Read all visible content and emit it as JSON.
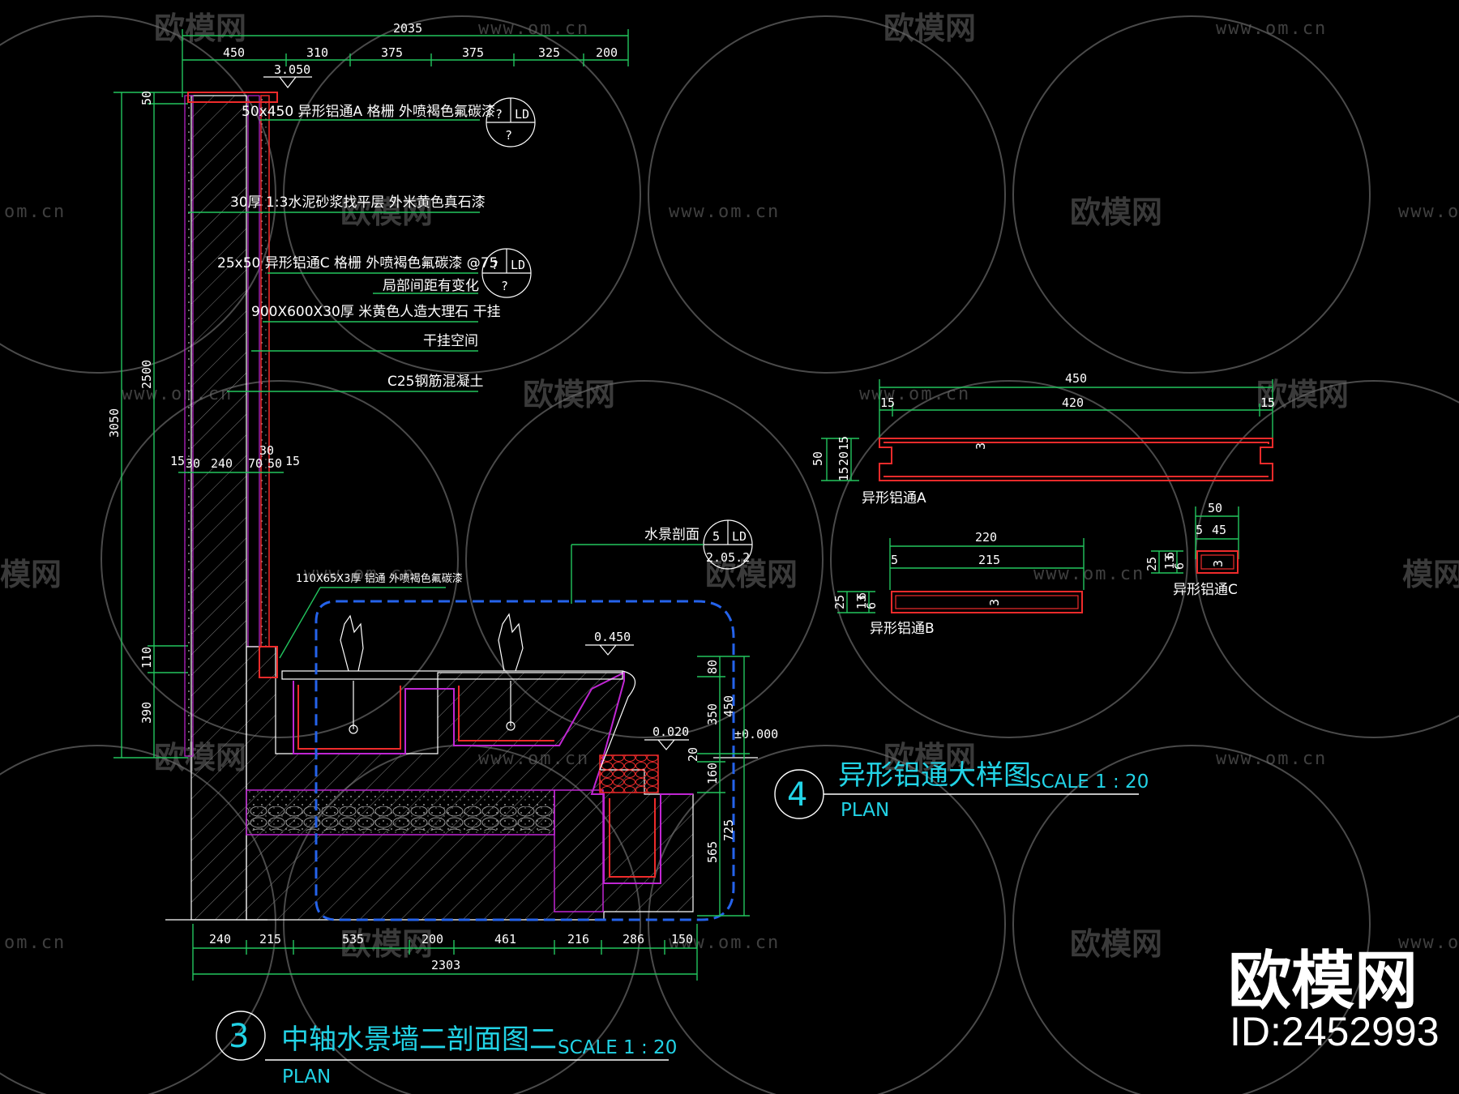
{
  "watermark": {
    "logo": "欧模网",
    "url": "www.om.cn",
    "url_short": "om.cn",
    "logo_partial": "模网"
  },
  "brand": {
    "name": "欧模网",
    "id": "ID:2452993"
  },
  "section3": {
    "number": "3",
    "title": "中轴水景墙二剖面图二",
    "scale": "SCALE 1 : 20",
    "plan": "PLAN",
    "top_total": "2035",
    "top_dims": [
      "450",
      "310",
      "375",
      "375",
      "325",
      "200"
    ],
    "elev_top": "3.050",
    "left_total": "3050",
    "left_dims": [
      "50",
      "2500",
      "110",
      "390"
    ],
    "wall_dims": [
      "15",
      "30",
      "240",
      "70",
      "50",
      "15"
    ],
    "wall_dim_up": "30",
    "bottom_dims": [
      "240",
      "215",
      "535",
      "200",
      "461",
      "216",
      "286",
      "150"
    ],
    "bottom_total": "2303",
    "right_dims": [
      "80",
      "350",
      "20",
      "160",
      "565",
      "725",
      "450"
    ],
    "elev_pool": "0.450",
    "elev_water": "0.020",
    "elev_zero": "±0.000",
    "notes": [
      "50x450 异形铝通A 格栅 外喷褐色氟碳漆",
      "30厚 1:3水泥砂浆找平层 外米黄色真石漆",
      "25x50 异形铝通C 格栅 外喷褐色氟碳漆 @75",
      "局部间距有变化",
      "900X600X30厚 米黄色人造大理石 干挂",
      "干挂空间",
      "C25钢筋混凝土",
      "110X65X3厚 铝通 外喷褐色氟碳漆",
      "水景剖面"
    ],
    "callout1": {
      "top": "?",
      "right": "LD",
      "bottom": "?"
    },
    "callout2": {
      "top": "?",
      "right": "LD",
      "bottom": "?"
    },
    "callout3": {
      "top": "5",
      "right": "LD",
      "bottom": "2.05.2"
    }
  },
  "section4": {
    "number": "4",
    "title": "异形铝通大样图",
    "scale": "SCALE 1 : 20",
    "plan": "PLAN",
    "profileA": {
      "name": "异形铝通A",
      "total": "450",
      "inner": "420",
      "left": "15",
      "right": "15",
      "height": "50",
      "h_parts": [
        "15",
        "20",
        "15"
      ],
      "thick": "3"
    },
    "profileB": {
      "name": "异形铝通B",
      "total": "220",
      "inner": "215",
      "left": "5",
      "height": "25",
      "h_parts": [
        "6",
        "13",
        "6"
      ],
      "thick": "3"
    },
    "profileC": {
      "name": "异形铝通C",
      "total": "50",
      "inner": "45",
      "left": "5",
      "height": "25",
      "h_parts": [
        "6",
        "13",
        "6"
      ],
      "thick": "3"
    }
  },
  "colors": {
    "background": "#000000",
    "dimension": "#22c55e",
    "profile": "#ef2b2b",
    "structure": "#c026d3",
    "boundary": "#2563eb",
    "title": "#22d3e6"
  }
}
